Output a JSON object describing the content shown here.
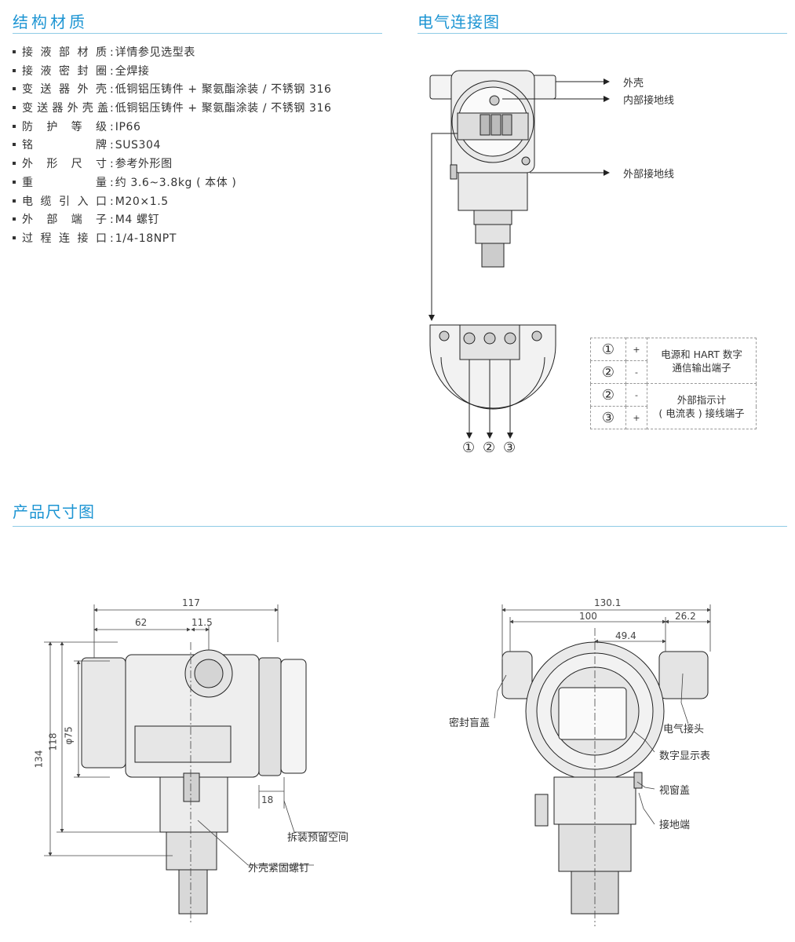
{
  "sections": {
    "materials_title": "结构材质",
    "wiring_title": "电气连接图",
    "dimensions_title": "产品尺寸图"
  },
  "specs": [
    {
      "label": "接液部材质",
      "value": "详情参见选型表"
    },
    {
      "label": "接液密封圈",
      "value": "全焊接"
    },
    {
      "label": "变送器外壳",
      "value": "低铜铝压铸件 + 聚氨酯涂装 / 不锈钢 316"
    },
    {
      "label": "变送器外壳盖",
      "value": "低铜铝压铸件 + 聚氨酯涂装 / 不锈钢 316"
    },
    {
      "label": "防护等级",
      "value": "IP66"
    },
    {
      "label": "铭牌",
      "value": "SUS304"
    },
    {
      "label": "外形尺寸",
      "value": "参考外形图"
    },
    {
      "label": "重量",
      "value": "约 3.6~3.8kg ( 本体 )"
    },
    {
      "label": "电缆引入口",
      "value": "M20×1.5"
    },
    {
      "label": "外部端子",
      "value": "M4 螺钉"
    },
    {
      "label": "过程连接口",
      "value": "1/4-18NPT"
    }
  ],
  "wiring": {
    "labels": {
      "shell": "外壳",
      "inner_ground": "内部接地线",
      "outer_ground": "外部接地线"
    },
    "terminal_numbers": [
      "①",
      "②",
      "③"
    ],
    "table": [
      {
        "num": "①",
        "polarity": "+",
        "desc": "电源和 HART 数字\n通信输出端子"
      },
      {
        "num": "②",
        "polarity": "-",
        "desc": ""
      },
      {
        "num": "②",
        "polarity": "-",
        "desc": "外部指示计\n( 电流表 ) 接线端子"
      },
      {
        "num": "③",
        "polarity": "+",
        "desc": ""
      }
    ]
  },
  "dimensions": {
    "side": {
      "d117": "117",
      "d62": "62",
      "d11_5": "11.5",
      "d134": "134",
      "d118": "118",
      "d75": "φ75",
      "d18": "18",
      "removal_space": "拆装预留空间",
      "housing_screw": "外壳紧固螺钉"
    },
    "front": {
      "d130_1": "130.1",
      "d100": "100",
      "d26_2": "26.2",
      "d49_4": "49.4",
      "blind_cap": "密封盲盖",
      "cable_gland": "电气接头",
      "display": "数字显示表",
      "window_cover": "视窗盖",
      "ground_terminal": "接地端"
    }
  }
}
